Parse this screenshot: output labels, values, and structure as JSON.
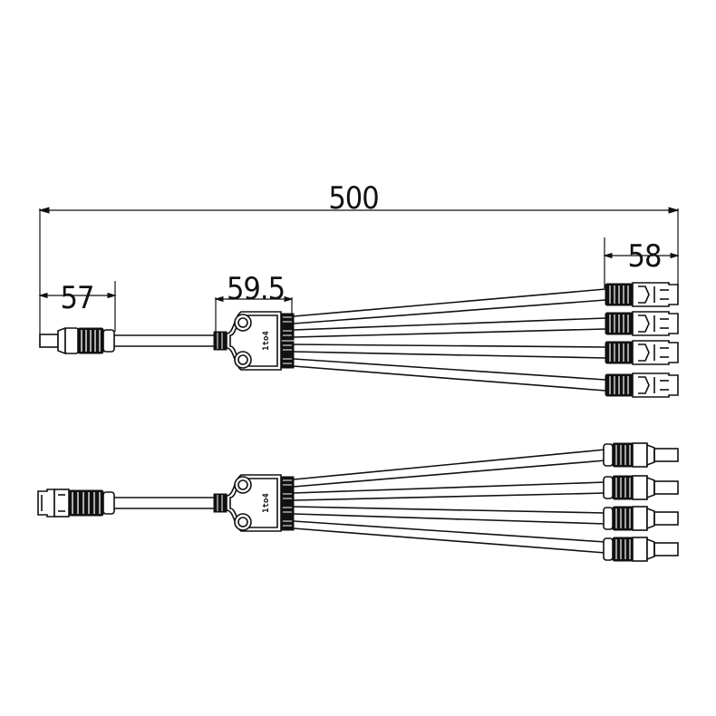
{
  "dimensions": {
    "overall": "500",
    "left_connector": "57",
    "hub": "59.5",
    "branch_connector": "58"
  },
  "hub_label": "1to4",
  "colors": {
    "line": "#111111",
    "background": "#ffffff"
  }
}
